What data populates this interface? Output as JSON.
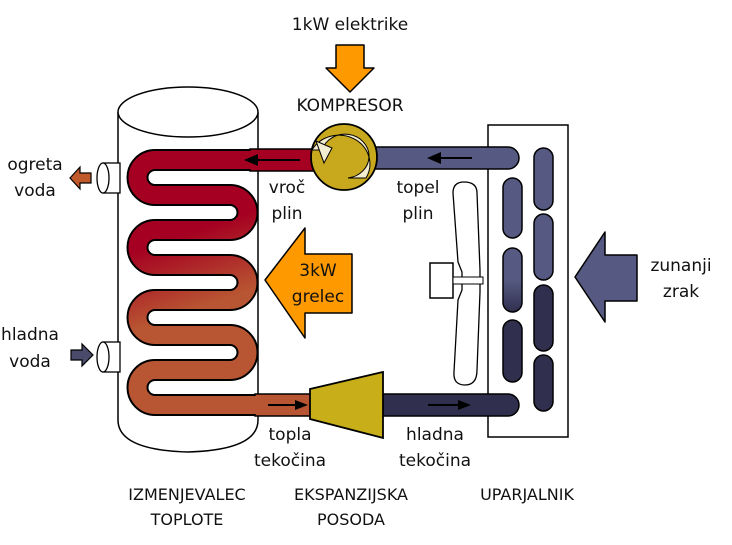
{
  "title": "Heat pump schematic",
  "colors": {
    "hot_gas": "#A50021",
    "warm_liquid": "#B85532",
    "warm_gas": "#565A82",
    "cold_liquid": "#30304E",
    "compressor": "#C8A81C",
    "compressor_arrow": "#F2ECD0",
    "energy_arrow": "#FF9900",
    "air_arrow": "#565A82",
    "outlet_arrow": "#C05A2C",
    "inlet_arrow": "#4A4A6A"
  },
  "labels": {
    "electric_input": "1kW elektrike",
    "compressor": "KOMPRESOR",
    "hot_water_line1": "ogreta",
    "hot_water_line2": "voda",
    "cold_water_line1": "hladna",
    "cold_water_line2": "voda",
    "hot_gas_line1": "vroč",
    "hot_gas_line2": "plin",
    "warm_gas_line1": "topel",
    "warm_gas_line2": "plin",
    "heater_line1": "3kW",
    "heater_line2": "grelec",
    "outside_air_line1": "zunanji",
    "outside_air_line2": "zrak",
    "warm_liquid_line1": "topla",
    "warm_liquid_line2": "tekočina",
    "cold_liquid_line1": "hladna",
    "cold_liquid_line2": "tekočina"
  },
  "captions": {
    "heat_exchanger_line1": "IZMENJEVALEC",
    "heat_exchanger_line2": "TOPLOTE",
    "expansion_line1": "EKSPANZIJSKA",
    "expansion_line2": "POSODA",
    "evaporator": "UPARJALNIK"
  },
  "icons": {
    "compressor": "circular-arrow-icon",
    "fan": "fan-icon",
    "flow_arrow": "arrow-icon"
  }
}
